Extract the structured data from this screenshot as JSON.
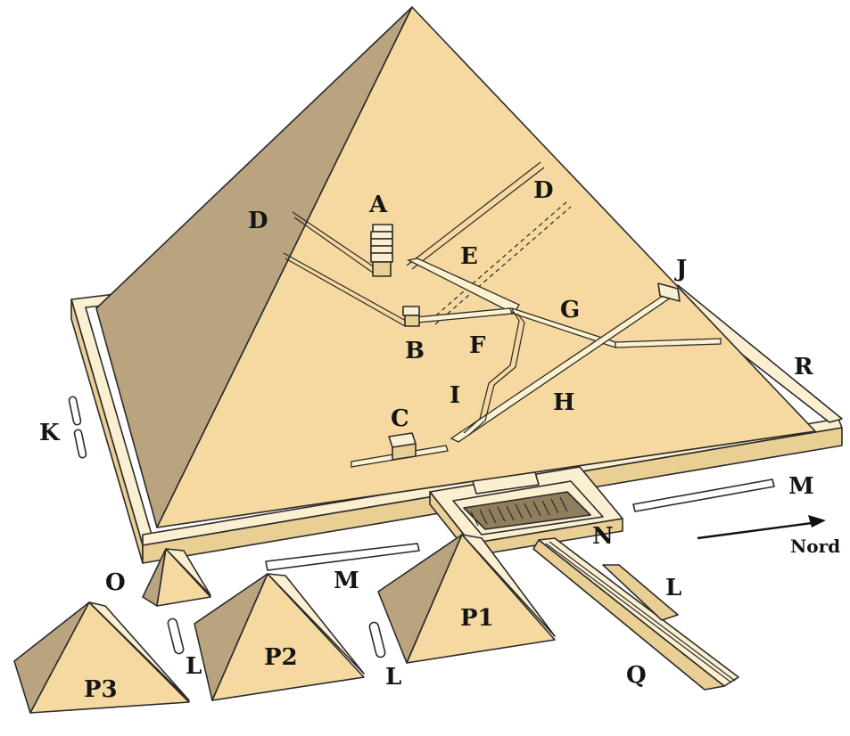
{
  "colors": {
    "face_light": "#f5d9a0",
    "face_dark": "#b9a47f",
    "wall_top": "#fbefd1",
    "wall_side": "#e9cf94",
    "outline": "#2a2a2a",
    "background": "#ffffff"
  },
  "labels": {
    "A": "A",
    "B": "B",
    "C": "C",
    "D_left": "D",
    "D_right": "D",
    "E": "E",
    "F": "F",
    "G": "G",
    "H": "H",
    "I": "I",
    "J": "J",
    "K": "K",
    "R": "R",
    "M_right": "M",
    "M_center": "M",
    "N": "N",
    "O": "O",
    "L_left": "L",
    "L_center": "L",
    "L_right": "L",
    "P1": "P1",
    "P2": "P2",
    "P3": "P3",
    "Q": "Q"
  },
  "direction": {
    "label": "Nord",
    "icon": "arrow-right-icon"
  }
}
